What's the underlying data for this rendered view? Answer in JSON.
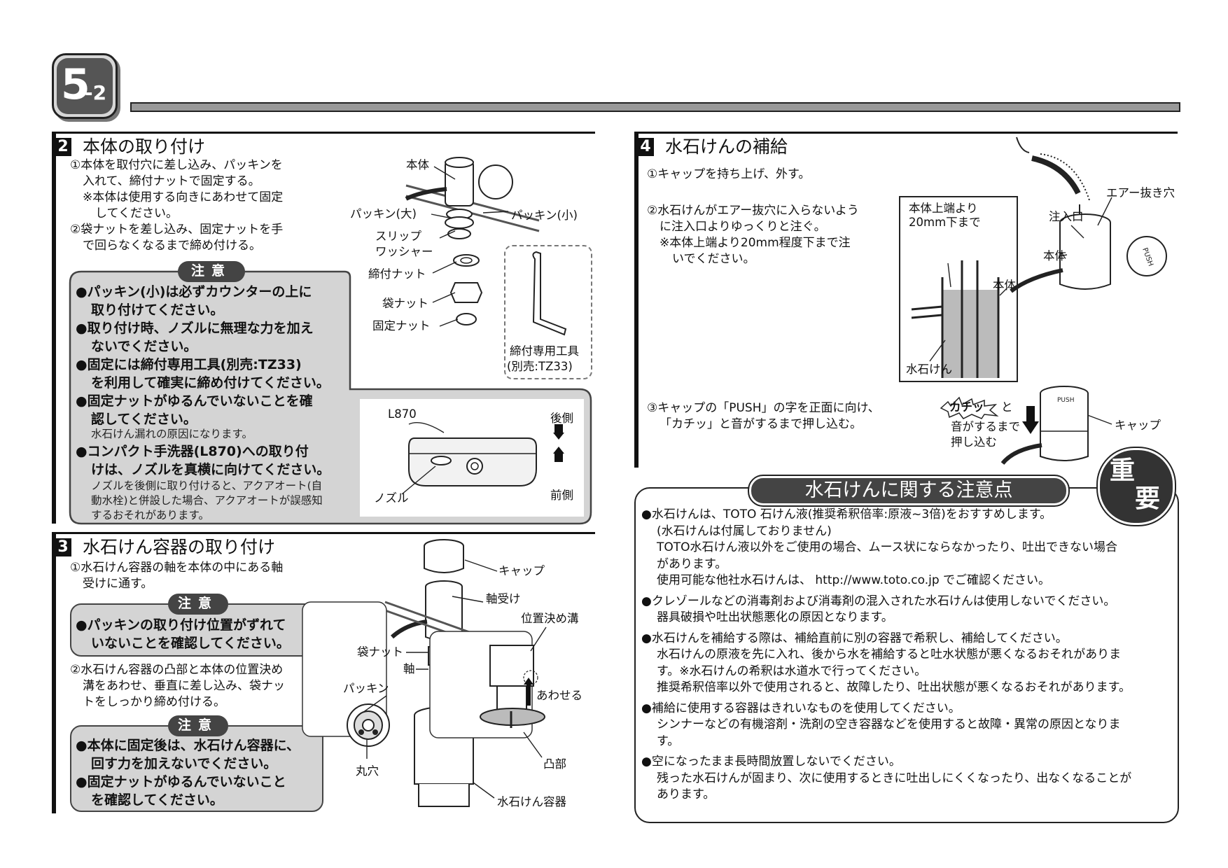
{
  "header": {
    "page_number_main": "5",
    "page_number_sub": "-2"
  },
  "section2": {
    "num": "2",
    "title": "本体の取り付け",
    "steps": [
      "①本体を取付穴に差し込み、パッキンを",
      "入れて、締付ナットで固定する。",
      "※本体は使用する向きにあわせて固定",
      "してください。",
      "②袋ナットを差し込み、固定ナットを手",
      "で回らなくなるまで締め付ける。"
    ],
    "caution_label": "注意",
    "cautions": [
      "●パッキン(小)は必ずカウンターの上に",
      "取り付けてください。",
      "●取り付け時、ノズルに無理な力を加え",
      "ないでください。",
      "●固定には締付専用工具(別売:TZ33)",
      "を利用して確実に締め付けてください。",
      "●固定ナットがゆるんでいないことを確",
      "認してください。"
    ],
    "leak_note": "水石けん漏れの原因になります。",
    "compact_caution": [
      "●コンパクト手洗器(L870)への取り付",
      "けは、ノズルを真横に向けてください。"
    ],
    "compact_note": [
      "ノズルを後側に取り付けると、アクアオート(自",
      "動水栓)と併設した場合、アクアオートが誤感知",
      "するおそれがあります。"
    ],
    "diagram_labels": {
      "body": "本体",
      "packing_large": "パッキン(大)",
      "packing_small": "パッキン(小)",
      "slip": "スリップ",
      "washer": "ワッシャー",
      "tighten_nut": "締付ナット",
      "bag_nut": "袋ナット",
      "fixed_nut": "固定ナット",
      "tool": "締付専用工具",
      "tool_sub": "(別売:TZ33)"
    },
    "l870": {
      "model": "L870",
      "back": "後側",
      "front": "前側",
      "nozzle": "ノズル"
    }
  },
  "section3": {
    "num": "3",
    "title": "水石けん容器の取り付け",
    "step1": [
      "①水石けん容器の軸を本体の中にある軸",
      "受けに通す。"
    ],
    "caution_label": "注意",
    "caution1": [
      "●パッキンの取り付け位置がずれて",
      "いないことを確認してください。"
    ],
    "step2": [
      "②水石けん容器の凸部と本体の位置決め",
      "溝をあわせ、垂直に差し込み、袋ナッ",
      "トをしっかり締め付ける。"
    ],
    "caution2": [
      "●本体に固定後は、水石けん容器に、",
      "回す力を加えないでください。",
      "●固定ナットがゆるんでいないこと",
      "を確認してください。"
    ],
    "diagram_labels": {
      "cap": "キャップ",
      "bearing": "軸受け",
      "groove": "位置決め溝",
      "bag_nut": "袋ナット",
      "shaft": "軸",
      "packing": "パッキン",
      "round_hole": "丸穴",
      "align": "あわせる",
      "convex": "凸部",
      "container": "水石けん容器"
    }
  },
  "section4": {
    "num": "4",
    "title": "水石けんの補給",
    "step1": "①キャップを持ち上げ、外す。",
    "step2": [
      "②水石けんがエアー抜穴に入らないよう",
      "に注入口よりゆっくりと注ぐ。",
      "※本体上端より20mm程度下まで注",
      "いでください。"
    ],
    "step3": [
      "③キャップの「PUSH」の字を正面に向け、",
      "「カチッ」と音がするまで押し込む。"
    ],
    "diagram_labels": {
      "top_note1": "本体上端より",
      "top_note2": "20mm下まで",
      "body": "本体",
      "soap": "水石けん",
      "air_hole": "エアー抜き穴",
      "inlet": "注入口",
      "body2": "本体",
      "click": "カチッ",
      "to": "と",
      "sound1": "音がするまで",
      "sound2": "押し込む",
      "cap": "キャップ",
      "push": "PUSH"
    }
  },
  "important": {
    "badge_top": "重",
    "badge_bottom": "要",
    "title": "水石けんに関する注意点",
    "items": [
      [
        "●水石けんは、TOTO 石けん液(推奨希釈倍率:原液~3倍)をおすすめします。",
        "(水石けんは付属しておりません)",
        "TOTO水石けん液以外をご使用の場合、ムース状にならなかったり、吐出できない場合",
        "があります。",
        "使用可能な他社水石けんは、 http://www.toto.co.jp でご確認ください。"
      ],
      [
        "●クレゾールなどの消毒剤および消毒剤の混入された水石けんは使用しないでください。",
        "器具破損や吐出状態悪化の原因となります。"
      ],
      [
        "●水石けんを補給する際は、補給直前に別の容器で希釈し、補給してください。",
        "水石けんの原液を先に入れ、後から水を補給すると吐水状態が悪くなるおそれがありま",
        "す。※水石けんの希釈は水道水で行ってください。",
        "推奨希釈倍率以外で使用されると、故障したり、吐出状態が悪くなるおそれがあります。"
      ],
      [
        "●補給に使用する容器はきれいなものを使用してください。",
        "シンナーなどの有機溶剤・洗剤の空き容器などを使用すると故障・異常の原因となりま",
        "す。"
      ],
      [
        "●空になったまま長時間放置しないでください。",
        "残った水石けんが固まり、次に使用するときに吐出しにくくなったり、出なくなることが",
        "あります。"
      ]
    ]
  }
}
